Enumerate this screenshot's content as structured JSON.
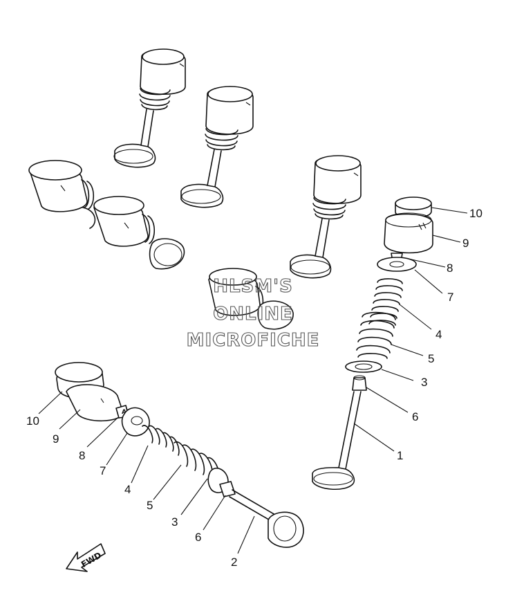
{
  "watermark": {
    "line1": "HLSM'S",
    "line2": "ONLINE",
    "line3": "MICROFICHE"
  },
  "direction_arrow": {
    "label": "FWD",
    "icon": "forward-arrow-icon"
  },
  "callouts_right_assembly": [
    "10",
    "9",
    "8",
    "7",
    "4",
    "5",
    "3",
    "6",
    "1"
  ],
  "callouts_left_assembly": [
    "10",
    "9",
    "8",
    "7",
    "4",
    "5",
    "3",
    "6",
    "2"
  ],
  "colors": {
    "line": "#111111",
    "watermark": "#555555",
    "background": "#ffffff"
  }
}
